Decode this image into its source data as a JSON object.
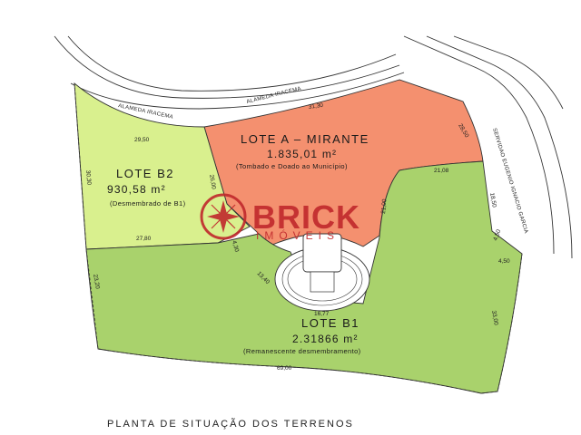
{
  "diagram": {
    "title": "PLANTA DE SITUAÇÃO DOS TERRENOS",
    "roads": [
      {
        "id": "road-1",
        "label": "ALAMEDA IRACEMA"
      },
      {
        "id": "road-2",
        "label": "ALAMEDA IRACEMA"
      },
      {
        "id": "road-3",
        "label": "SERVIDAO EUGENIO IGNACIO GARCIA"
      }
    ],
    "lots": {
      "a": {
        "name": "LOTE A – MIRANTE",
        "area": "1.835,01  m²",
        "note": "(Tombado e Doado ao Município)",
        "color": "#f4906f"
      },
      "b2": {
        "name": "LOTE B2",
        "area": "930,58  m²",
        "note": "(Desmembrado de B1)",
        "color": "#d9f08e"
      },
      "b1": {
        "name": "LOTE B1",
        "area": "2.31866  m²",
        "note": "(Remanescente desmembramento)",
        "color": "#a9d26c"
      }
    },
    "dimensions": [
      "29,50",
      "31,30",
      "28,50",
      "30,30",
      "26,00",
      "21,08",
      "18,50",
      "27,80",
      "4,30",
      "21,00",
      "4,50",
      "4,50",
      "23,20",
      "13,40",
      "16,77",
      "33,00",
      "69,00"
    ],
    "brand": {
      "name": "BRICK",
      "sub": "IMÓVEIS",
      "color": "#c0282c"
    }
  }
}
